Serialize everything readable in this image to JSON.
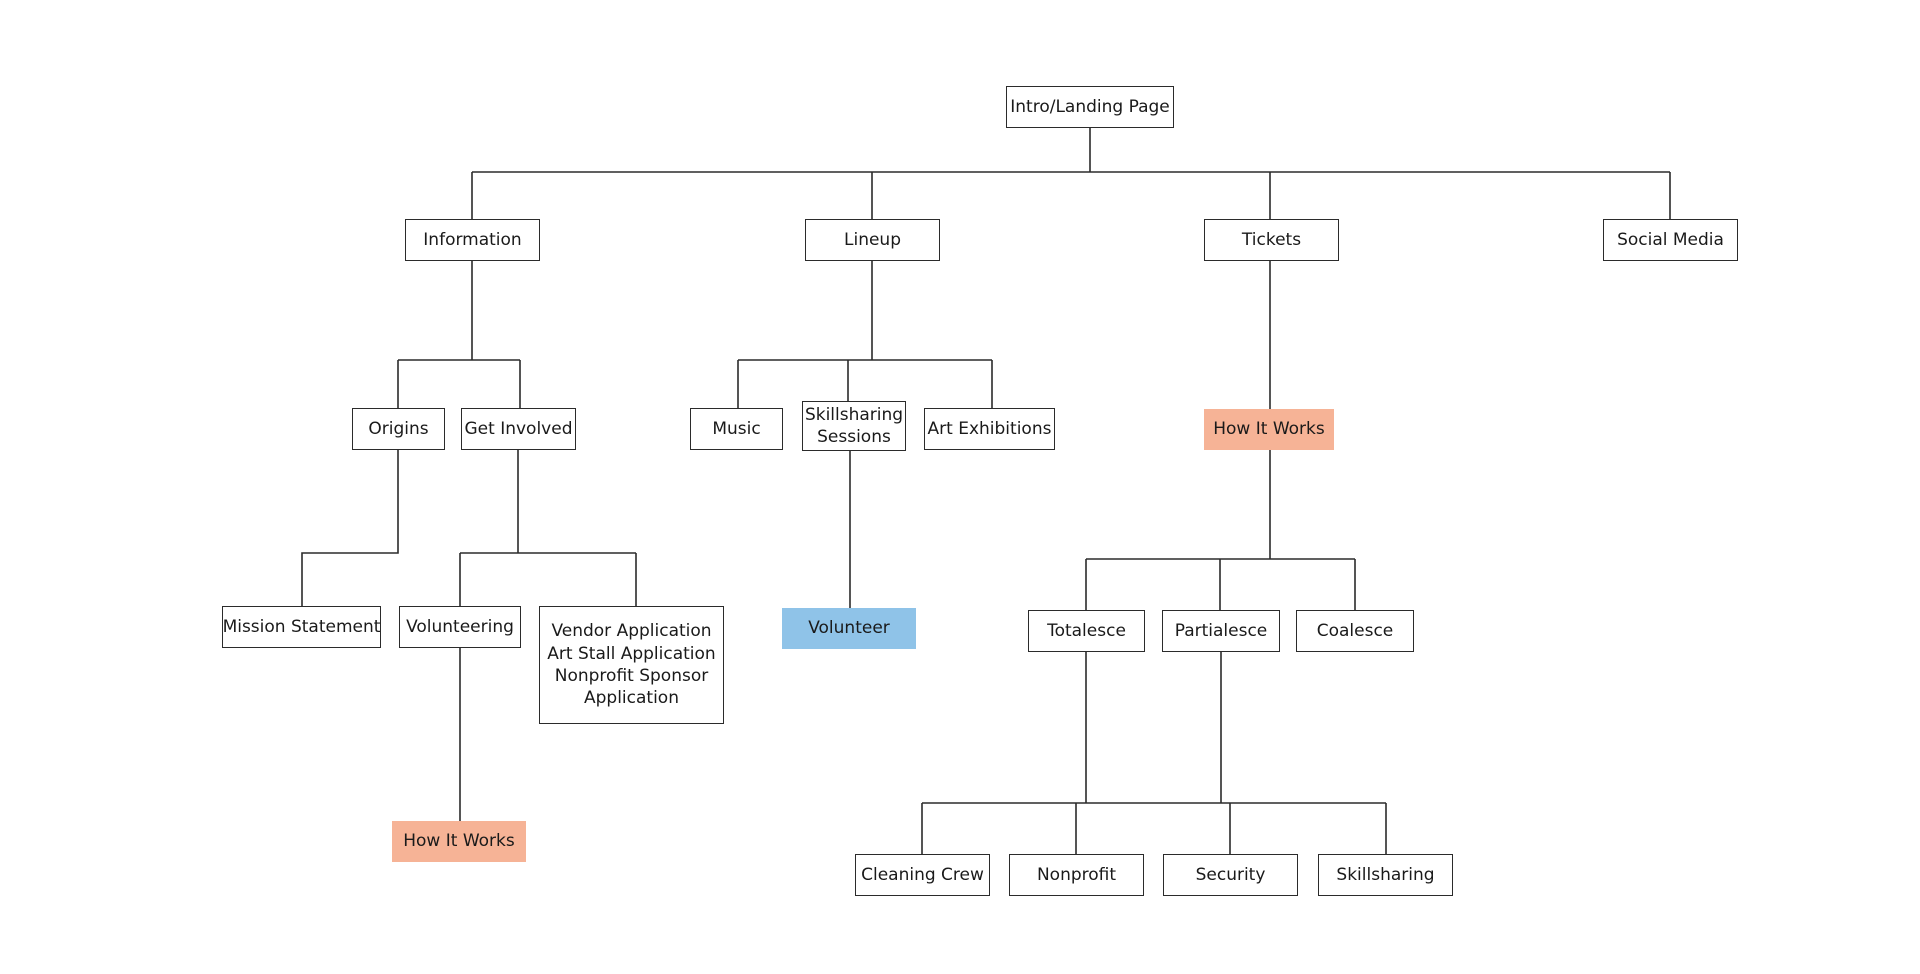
{
  "diagram": {
    "type": "sitemap",
    "colors": {
      "line": "#2b2b2b",
      "box_border": "#2b2b2b",
      "highlight_salmon": "#f6b396",
      "highlight_blue": "#8fc3e8"
    },
    "nodes": {
      "intro": "Intro/Landing Page",
      "information": "Information",
      "lineup": "Lineup",
      "tickets": "Tickets",
      "social_media": "Social Media",
      "origins": "Origins",
      "get_involved": "Get Involved",
      "music": "Music",
      "skillsharing_sessions": [
        "Skillsharing",
        "Sessions"
      ],
      "art_exhibitions": "Art Exhibitions",
      "how_it_works_tickets": "How It Works",
      "mission_statement": "Mission Statement",
      "volunteering": "Volunteering",
      "applications": [
        "Vendor Application",
        "Art Stall Application",
        "Nonprofit Sponsor",
        "Application"
      ],
      "volunteer": "Volunteer",
      "totalesce": "Totalesce",
      "partialesce": "Partialesce",
      "coalesce": "Coalesce",
      "how_it_works_volunteering": "How It Works",
      "cleaning_crew": "Cleaning Crew",
      "nonprofit": "Nonprofit",
      "security": "Security",
      "skillsharing": "Skillsharing"
    }
  }
}
